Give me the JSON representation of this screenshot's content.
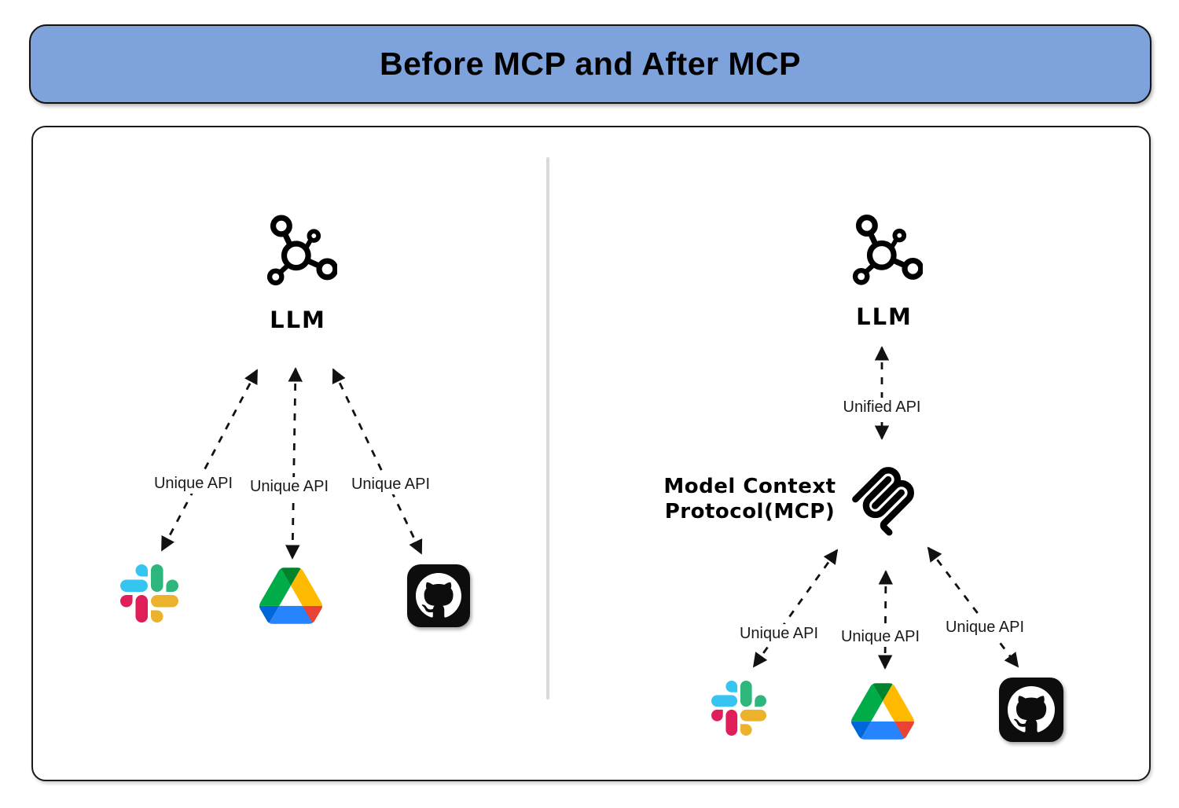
{
  "header": {
    "title": "Before MCP and After MCP",
    "bg_color": "#7da2dc"
  },
  "before": {
    "llm": {
      "label": "LLM",
      "icon": "molecule-llm-icon"
    },
    "arrows": [
      {
        "label": "Unique API",
        "to": "slack-icon"
      },
      {
        "label": "Unique API",
        "to": "google-drive-icon"
      },
      {
        "label": "Unique API",
        "to": "github-icon"
      }
    ],
    "service_icons": [
      "slack-icon",
      "google-drive-icon",
      "github-icon"
    ]
  },
  "after": {
    "llm": {
      "label": "LLM",
      "icon": "molecule-llm-icon"
    },
    "unified_arrow": {
      "label": "Unified API"
    },
    "mcp": {
      "label_line1": "Model Context",
      "label_line2": "Protocol(MCP)",
      "icon": "mcp-logo-icon"
    },
    "arrows": [
      {
        "label": "Unique API",
        "to": "slack-icon"
      },
      {
        "label": "Unique API",
        "to": "google-drive-icon"
      },
      {
        "label": "Unique API",
        "to": "github-icon"
      }
    ],
    "service_icons": [
      "slack-icon",
      "google-drive-icon",
      "github-icon"
    ]
  },
  "colors": {
    "header_bg": "#7da2dc",
    "arrow": "#111111",
    "divider": "#d9d9d9",
    "slack": {
      "blue": "#36C5F0",
      "green": "#2EB67D",
      "red": "#E01E5A",
      "yellow": "#ECB22C"
    },
    "google_drive": {
      "blue": "#2684FC",
      "dark_blue": "#0066DA",
      "green": "#00AC47",
      "dark_green": "#00832D",
      "yellow": "#FFBA00",
      "red": "#EA4335"
    },
    "github_bg": "#0d0d0d"
  }
}
